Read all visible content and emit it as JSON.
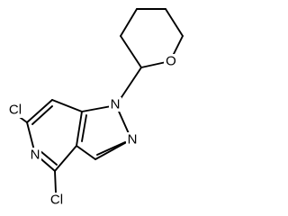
{
  "molecule": {
    "atoms": {
      "cl_6": "Cl",
      "n_pyridine": "N",
      "cl_4": "Cl",
      "n1_pyrazole": "N",
      "n2_pyrazole": "N",
      "o_oxane": "O"
    }
  }
}
